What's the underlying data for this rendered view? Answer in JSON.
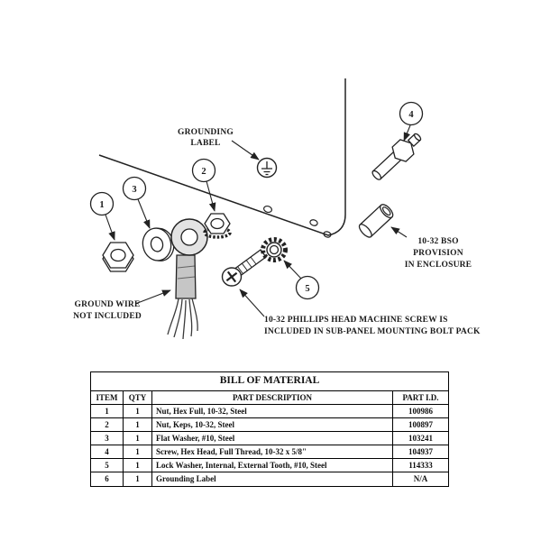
{
  "diagram": {
    "balloons": {
      "b1": "1",
      "b2": "2",
      "b3": "3",
      "b4": "4",
      "b5": "5"
    },
    "labels": {
      "grounding": [
        "GROUNDING",
        "LABEL"
      ],
      "ground_wire": [
        "GROUND WIRE",
        "NOT INCLUDED"
      ],
      "bso": [
        "10-32 BSO",
        "PROVISION",
        "IN ENCLOSURE"
      ],
      "screw_note": [
        "10-32 PHILLIPS HEAD MACHINE SCREW IS",
        "INCLUDED IN SUB-PANEL MOUNTING BOLT PACK"
      ]
    }
  },
  "bom": {
    "title": "BILL OF MATERIAL",
    "headers": {
      "item": "ITEM",
      "qty": "QTY",
      "desc": "PART DESCRIPTION",
      "part": "PART I.D."
    },
    "rows": [
      {
        "item": "1",
        "qty": "1",
        "desc": "Nut, Hex Full, 10-32, Steel",
        "part": "100986"
      },
      {
        "item": "2",
        "qty": "1",
        "desc": "Nut, Keps, 10-32, Steel",
        "part": "100897"
      },
      {
        "item": "3",
        "qty": "1",
        "desc": "Flat Washer, #10, Steel",
        "part": "103241"
      },
      {
        "item": "4",
        "qty": "1",
        "desc": "Screw, Hex Head, Full Thread, 10-32 x 5/8\"",
        "part": "104937"
      },
      {
        "item": "5",
        "qty": "1",
        "desc": "Lock Washer, Internal, External Tooth, #10, Steel",
        "part": "114333"
      },
      {
        "item": "6",
        "qty": "1",
        "desc": "Grounding Label",
        "part": "N/A"
      }
    ]
  }
}
